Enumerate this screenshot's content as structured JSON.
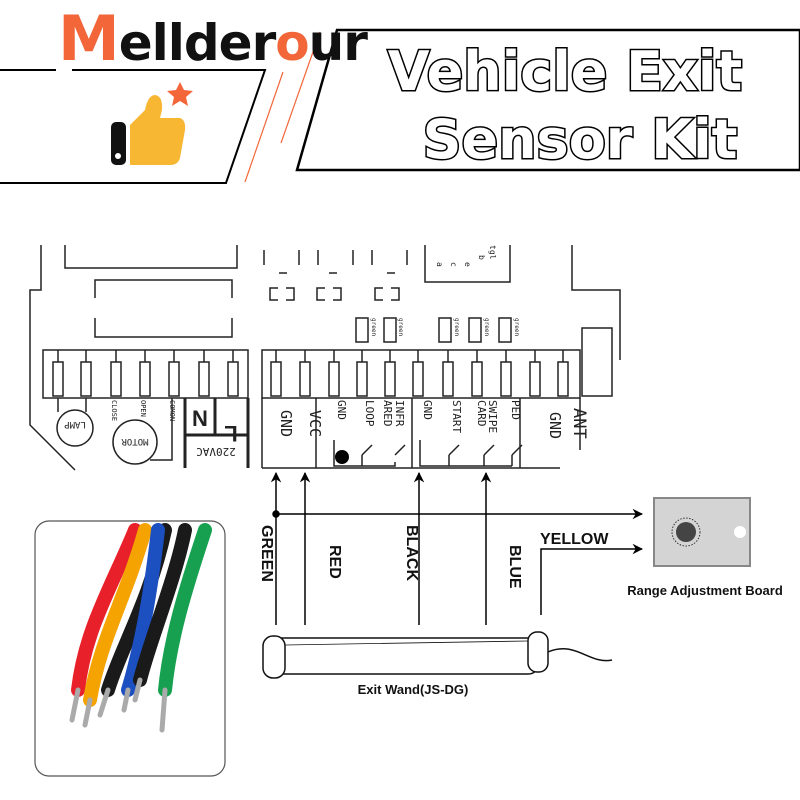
{
  "brand": {
    "name_prefix": "M",
    "name_mid": "ellder",
    "name_o": "o",
    "name_suffix": "ur",
    "accent": "#f2663a",
    "thumb_color": "#f7b733"
  },
  "title": {
    "line1": "Vehicle Exit",
    "line2": "Sensor Kit"
  },
  "controller": {
    "left_block": {
      "lamp": "LAMP",
      "motor": "MOTOR",
      "close": "CLOSE",
      "open": "OPEN",
      "common": "COMON",
      "n": "N",
      "l": "L",
      "voltage": "220VAC"
    },
    "right_block": {
      "power": [
        "GND",
        "VCC"
      ],
      "loop": [
        "GND",
        "LOOP",
        "INFR",
        "ARED"
      ],
      "inputs": [
        "GND",
        "START",
        "SWIPE",
        "CARD",
        "PED"
      ],
      "ant": [
        "ANT",
        "GND"
      ]
    },
    "led_label": "green",
    "connector_labels": [
      "a",
      "c",
      "e",
      "b",
      "tgl"
    ]
  },
  "wires": {
    "green": "GREEN",
    "red": "RED",
    "black": "BLACK",
    "blue": "BLUE",
    "yellow": "YELLOW"
  },
  "range_board": {
    "label": "Range Adjustment Board"
  },
  "wand": {
    "label": "Exit Wand(JS-DG)"
  },
  "wire_colors": [
    "#e8202a",
    "#f5a300",
    "#1a1a1a",
    "#1c4fc0",
    "#1a1a1a",
    "#17a050"
  ]
}
